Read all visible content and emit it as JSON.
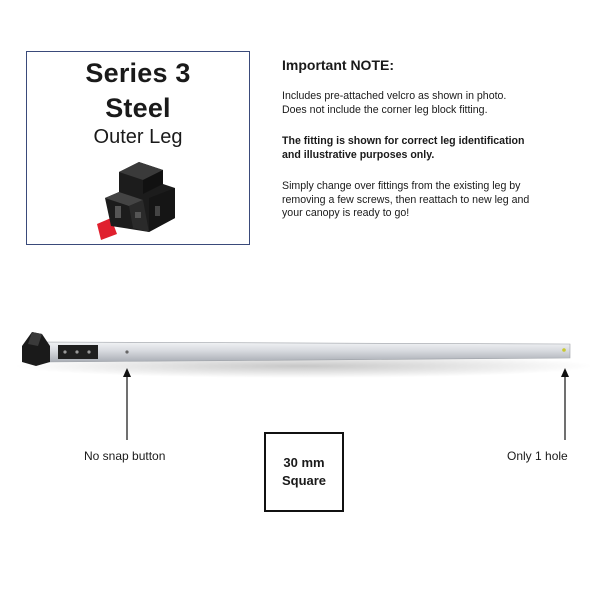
{
  "product": {
    "title_line1": "Series 3",
    "title_line2": "Steel",
    "subtitle": "Outer Leg"
  },
  "note": {
    "heading": "Important NOTE:",
    "para1_line1": "Includes pre-attached velcro as shown in photo.",
    "para1_line2": "Does not include the corner leg block fitting.",
    "para2_line1": "The fitting is shown for correct leg identification",
    "para2_line2": "and illustrative purposes only.",
    "para3_line1": "Simply change over fittings from the existing leg  by",
    "para3_line2": "removing a few screws, then reattach to new leg and",
    "para3_line3": "your canopy is ready to go!"
  },
  "callouts": {
    "left": "No snap button",
    "right": "Only 1 hole"
  },
  "size": {
    "line1": "30 mm",
    "line2": "Square"
  },
  "colors": {
    "box_border": "#3a4a7a",
    "fitting": "#1c1c1c",
    "fitting_tab": "#e0202e",
    "leg_metal": "#d4d7dc"
  }
}
